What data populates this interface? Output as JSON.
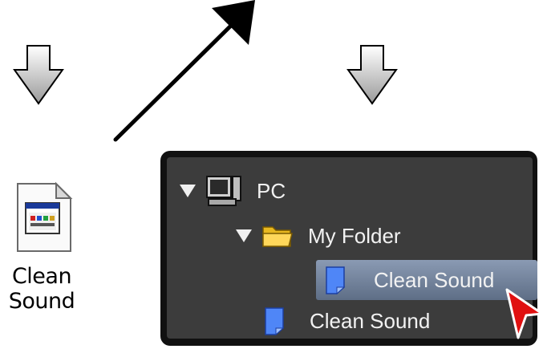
{
  "desktop_icon": {
    "icon": "application-file-icon",
    "label_line1": "Clean",
    "label_line2": "Sound"
  },
  "tree": {
    "items": [
      {
        "label": "PC",
        "icon": "computer-icon",
        "expanded": true
      },
      {
        "label": "My Folder",
        "icon": "folder-icon",
        "expanded": true
      },
      {
        "label": "Clean Sound",
        "icon": "document-icon",
        "selected": true
      },
      {
        "label": "Clean Sound",
        "icon": "document-icon",
        "selected": false
      }
    ]
  },
  "colors": {
    "tree_background": "#3c3c3c",
    "tree_border": "#111111",
    "selection": "#7585a0",
    "document_icon": "#4f86f7",
    "folder_icon": "#f4c430",
    "cursor": "#e01010",
    "arrow_fill": "#c8c8c8"
  }
}
